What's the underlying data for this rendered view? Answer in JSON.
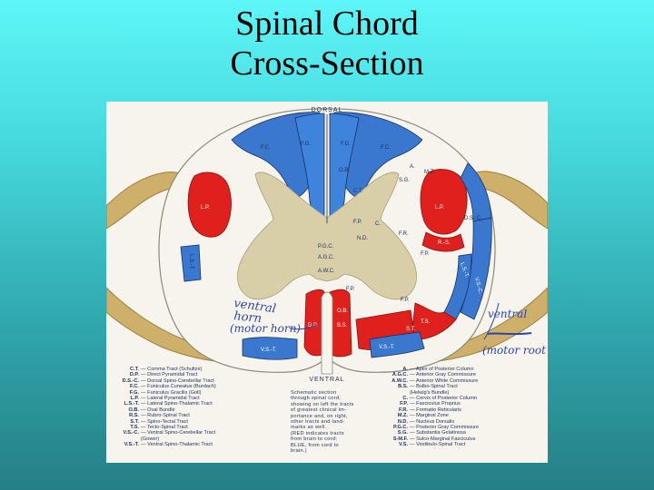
{
  "title": {
    "line1": "Spinal Chord",
    "line2": "Cross-Section"
  },
  "figure": {
    "dorsal": "DORSAL",
    "ventral": "VENTRAL",
    "labels": {
      "fc_left": "F.C.",
      "fg_left": "F.G.",
      "fg_right": "F.G.",
      "fc_right": "F.C.",
      "ob": "O.B.",
      "a": "A.",
      "mz": "M.Z.",
      "sg": "S.G.",
      "ct": "C.T.",
      "lp_left": "L.P.",
      "lp_right": "L.P.",
      "dsc": "D.S.-C.",
      "rs": "R.-S.",
      "fp_a": "F.P.",
      "c": "C.",
      "nd": "N.D.",
      "fr": "F.R.",
      "fp_b": "F.P.",
      "pgc": "P.G.C.",
      "agc": "A.G.C.",
      "awc": "A.W.C.",
      "fp_c": "F.P.",
      "fp_d": "F.P.",
      "lst_left": "L.S.-T.",
      "lst_right": "L.S.-T.",
      "vsc": "V.S.-C.",
      "ts": "T.S.",
      "st": "S.T.",
      "vst_left": "V.S.-T.",
      "vst_right": "V.S.-T.",
      "bs": "B.S.",
      "dp": "D.P.",
      "ob2": "O.B."
    },
    "annotations": {
      "left": [
        "ventral",
        "horn",
        "(motor horn)"
      ],
      "right": [
        "ventral",
        "(motor root"
      ]
    },
    "legend_left": [
      {
        "ab": "C.T.",
        "def": "— Comma Tract (Schultze)"
      },
      {
        "ab": "D.P.",
        "def": "— Direct Pyramidal Tract"
      },
      {
        "ab": "D.S.-C.",
        "def": "— Dorsal Spino-Cerebellar Tract"
      },
      {
        "ab": "F.C.",
        "def": "— Funiculus Cuneatus (Burdach)"
      },
      {
        "ab": "F.G.",
        "def": "— Funiculus Gracilis (Goll)"
      },
      {
        "ab": "L.P.",
        "def": "— Lateral Pyramidal Tract"
      },
      {
        "ab": "L.S.-T.",
        "def": "— Lateral Spino-Thalamic Tract"
      },
      {
        "ab": "O.B.",
        "def": "— Oval Bundle"
      },
      {
        "ab": "R.S.",
        "def": "— Rubro-Spinal Tract"
      },
      {
        "ab": "S.T.",
        "def": "— Spino-Tectal Tract"
      },
      {
        "ab": "T.S.",
        "def": "— Tecto-Spinal Tract"
      },
      {
        "ab": "V.S.-C.",
        "def": "— Ventral Spino-Cerebellar Tract"
      },
      {
        "ab": "",
        "def": "(Gower)"
      },
      {
        "ab": "V.S.-T.",
        "def": "— Ventral Spino-Thalamic Tract"
      }
    ],
    "description": [
      "Schematic section",
      "through spinal cord,",
      "showing on left the tracts",
      "of greatest clinical im-",
      "portance and, on right,",
      "other tracts and land-",
      "marks as well.",
      "(RED indicates tracts",
      "from brain to cord;",
      "BLUE, from cord to",
      "brain.)"
    ],
    "legend_right": [
      {
        "ab": "A.",
        "def": "— Apex of Posterior Column"
      },
      {
        "ab": "A.G.C.",
        "def": "— Anterior Gray Commissure"
      },
      {
        "ab": "A.W.C.",
        "def": "— Anterior White Commissure"
      },
      {
        "ab": "B.S.",
        "def": "— Bulbo-Spinal Tract"
      },
      {
        "ab": "",
        "def": "(Helwig's Bundle)"
      },
      {
        "ab": "C.",
        "def": "— Cervix of Posterior Column"
      },
      {
        "ab": "F.P.",
        "def": "— Fasciculus Proprius"
      },
      {
        "ab": "F.R.",
        "def": "— Formatio Reticularis"
      },
      {
        "ab": "M.Z.",
        "def": "— Marginal Zone"
      },
      {
        "ab": "N.D.",
        "def": "— Nucleus Dorsalis"
      },
      {
        "ab": "P.G.C.",
        "def": "— Posterior Gray Commissure"
      },
      {
        "ab": "S.G.",
        "def": "— Substantia Gelatinosa"
      },
      {
        "ab": "S-M.F.",
        "def": "— Sulco-Marginal Fasciculus"
      },
      {
        "ab": "V.S.",
        "def": "— Vestibulo-Spinal Tract"
      }
    ],
    "colors": {
      "red": "#e0201c",
      "blue": "#3a78d0",
      "gray": "#d8cfa8",
      "nerve": "#cfb06a",
      "white": "#f6f4ec"
    }
  }
}
